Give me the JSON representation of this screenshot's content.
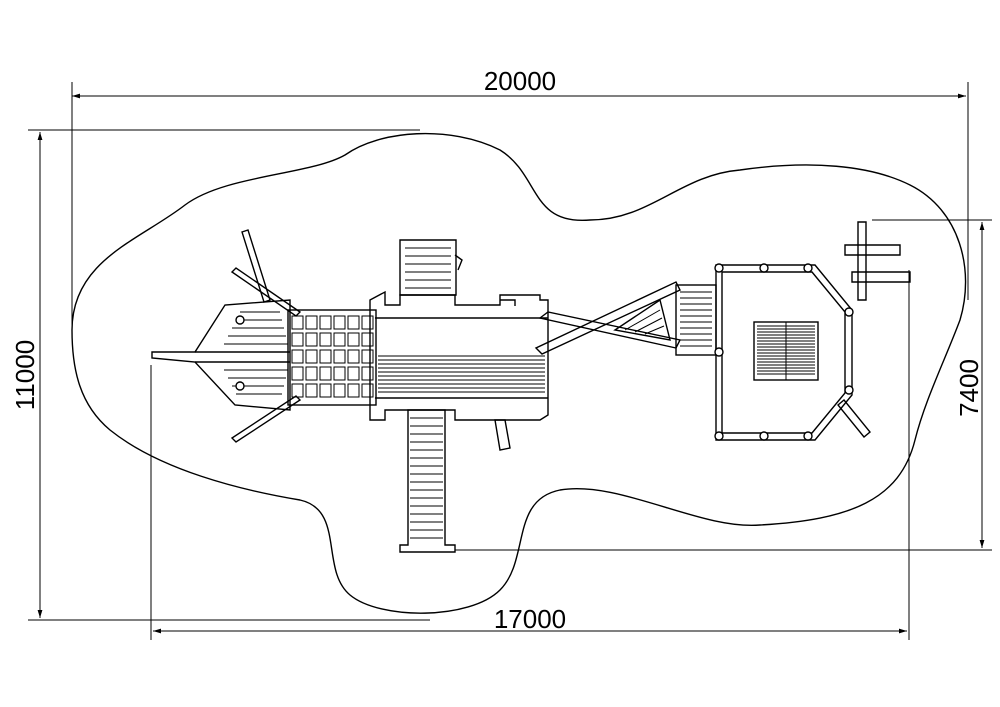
{
  "dimensions": {
    "top_width": "20000",
    "bottom_width": "17000",
    "left_height": "11000",
    "right_height": "7400"
  }
}
